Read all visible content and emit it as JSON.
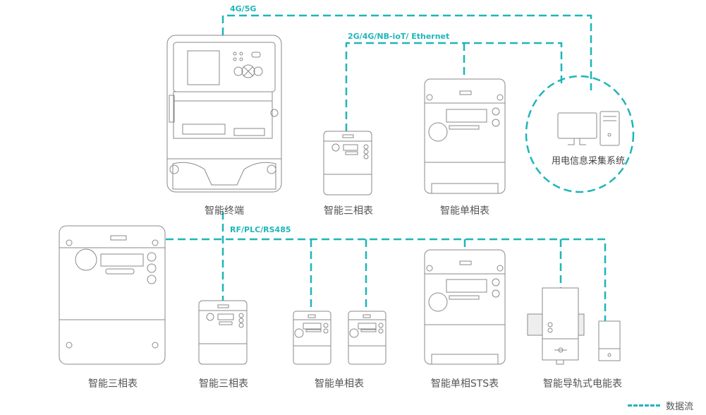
{
  "colors": {
    "data_flow": "#1fb5b8",
    "outline": "#8a8a8a",
    "text": "#555555"
  },
  "networks": {
    "wan_terminal": "4G/5G",
    "wan_meters": "2G/4G/NB-ioT/ Ethernet",
    "local": "RF/PLC/RS485"
  },
  "system": {
    "label": "用电信息采集系统",
    "icons": [
      "monitor-icon",
      "pc-tower-icon"
    ]
  },
  "top_devices": [
    {
      "id": "terminal",
      "label": "智能终端"
    },
    {
      "id": "three-phase-top",
      "label": "智能三相表"
    },
    {
      "id": "single-phase-top",
      "label": "智能单相表"
    }
  ],
  "bottom_devices": [
    {
      "id": "three-phase-large",
      "label": "智能三相表"
    },
    {
      "id": "three-phase-small",
      "label": "智能三相表"
    },
    {
      "id": "single-phase-pair",
      "label": "智能单相表"
    },
    {
      "id": "single-phase-sts",
      "label": "智能单相STS表"
    },
    {
      "id": "din-rail",
      "label": "智能导轨式电能表"
    }
  ],
  "legend": {
    "label": "数据流"
  }
}
